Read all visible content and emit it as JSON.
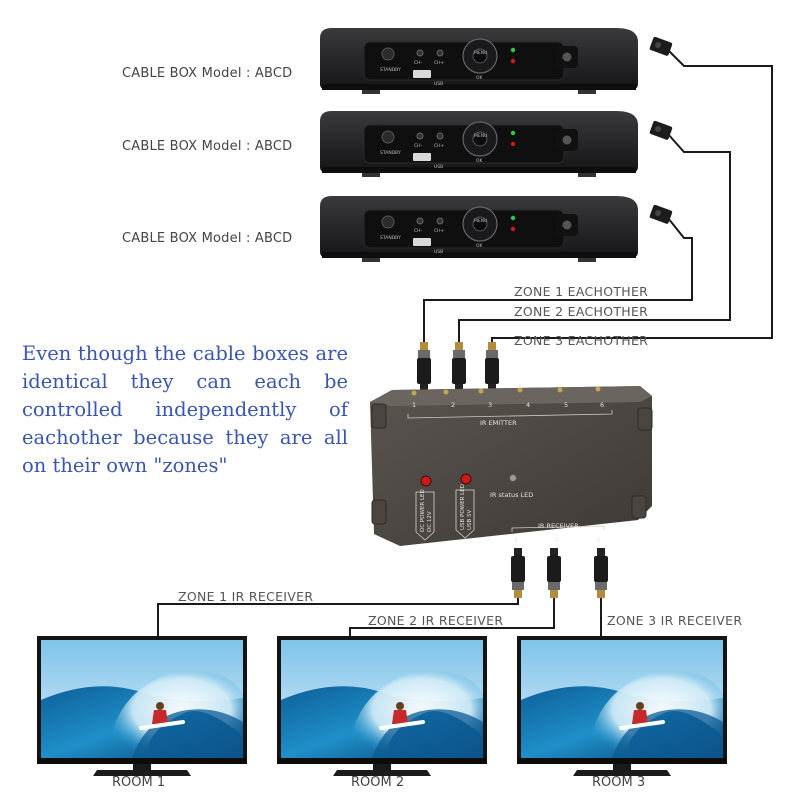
{
  "cable_boxes": [
    {
      "label": "CABLE BOX Model : ABCD",
      "buttons": {
        "standby": "STANDBY",
        "ch_minus": "CH-",
        "ch_plus": "CH+",
        "usb": "USB",
        "menu": "MENU",
        "ok": "OK"
      }
    },
    {
      "label": "CABLE BOX Model : ABCD",
      "buttons": {
        "standby": "STANDBY",
        "ch_minus": "CH-",
        "ch_plus": "CH+",
        "usb": "USB",
        "menu": "MENU",
        "ok": "OK"
      }
    },
    {
      "label": "CABLE BOX Model : ABCD",
      "buttons": {
        "standby": "STANDBY",
        "ch_minus": "CH-",
        "ch_plus": "CH+",
        "usb": "USB",
        "menu": "MENU",
        "ok": "OK"
      }
    }
  ],
  "emitter_zones": [
    "ZONE 1 EACHOTHER",
    "ZONE 2 EACHOTHER",
    "ZONE 3 EACHOTHER"
  ],
  "note": "Even though the cable boxes are identical they can each be controlled independently of eachother because they are all on their own \"zones\"",
  "hub": {
    "ir_emitter_label": "IR EMITTER",
    "emitter_ports": [
      "1",
      "2",
      "3",
      "4",
      "5",
      "6"
    ],
    "ir_receiver_label": "IR RECEIVER",
    "receiver_ports": [
      "1",
      "2",
      "3"
    ],
    "dc_power_led": "DC POWER LED",
    "dc_voltage": "DC 12V",
    "usb_power_led": "USB POWER LED",
    "usb_voltage": "USB 5V",
    "ir_status_led": "IR status LED"
  },
  "receiver_zones": [
    "ZONE 1 IR RECEIVER",
    "ZONE 2 IR RECEIVER",
    "ZONE 3 IR RECEIVER"
  ],
  "rooms": [
    "ROOM 1",
    "ROOM 2",
    "ROOM 3"
  ],
  "colors": {
    "note_text": "#3a55b0",
    "device_body": "#1c1c1e",
    "hub_body": "#4f4a46",
    "led_red": "#d01818",
    "led_green": "#2ecc40",
    "sea": "#1f8fc9"
  }
}
